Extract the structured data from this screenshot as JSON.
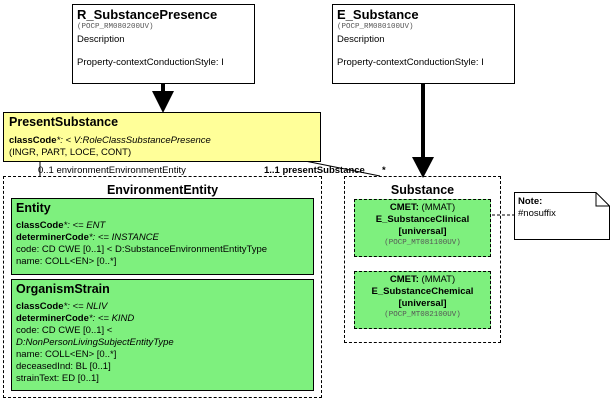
{
  "r_substance_presence": {
    "title": "R_SubstancePresence",
    "code": "(POCP_RM080200UV)",
    "description": "Description",
    "property": "Property-contextConductionStyle: I"
  },
  "e_substance": {
    "title": "E_Substance",
    "code": "(POCP_RM080100UV)",
    "description": "Description",
    "property": "Property-contextConductionStyle: I"
  },
  "present_substance": {
    "title": "PresentSubstance",
    "class_code_label": "classCode",
    "class_code_rest": "*: < V:RoleClassSubstancePresence",
    "class_code_values": "(INGR, PART, LOCE, CONT)"
  },
  "associations": {
    "environment": "0..1 environmentEnvironmentEntity",
    "present_substance": "1..1 presentSubstance",
    "present_substance_star": "*"
  },
  "environment_entity": {
    "title": "EnvironmentEntity",
    "entity": {
      "title": "Entity",
      "class_code_label": "classCode",
      "class_code_rest": "*: <= ENT",
      "determiner_label": "determinerCode",
      "determiner_rest": "*: <= INSTANCE",
      "code": "code: CD CWE [0..1] < D:SubstanceEnvironmentEntityType",
      "name": "name: COLL<EN> [0..*]"
    },
    "organism_strain": {
      "title": "OrganismStrain",
      "class_code_label": "classCode",
      "class_code_rest": "*: <= NLIV",
      "determiner_label": "determinerCode",
      "determiner_rest": "*: <= KIND",
      "code_line1": "code: CD CWE [0..1] <",
      "code_line2": "D:NonPersonLivingSubjectEntityType",
      "name": "name: COLL<EN> [0..*]",
      "deceased": "deceasedInd: BL [0..1]",
      "strain_text": "strainText: ED [0..1]"
    }
  },
  "substance": {
    "title": "Substance",
    "cmet1": {
      "cmet_label": "CMET:",
      "cmet_type": " (MMAT)",
      "name": "E_SubstanceClinical",
      "qualifier": "[universal]",
      "code": "(POCP_MT081100UV)"
    },
    "cmet2": {
      "cmet_label": "CMET:",
      "cmet_type": " (MMAT)",
      "name": "E_SubstanceChemical",
      "qualifier": "[universal]",
      "code": "(POCP_MT082100UV)"
    }
  },
  "note": {
    "title": "Note:",
    "text": "#nosuffix"
  }
}
